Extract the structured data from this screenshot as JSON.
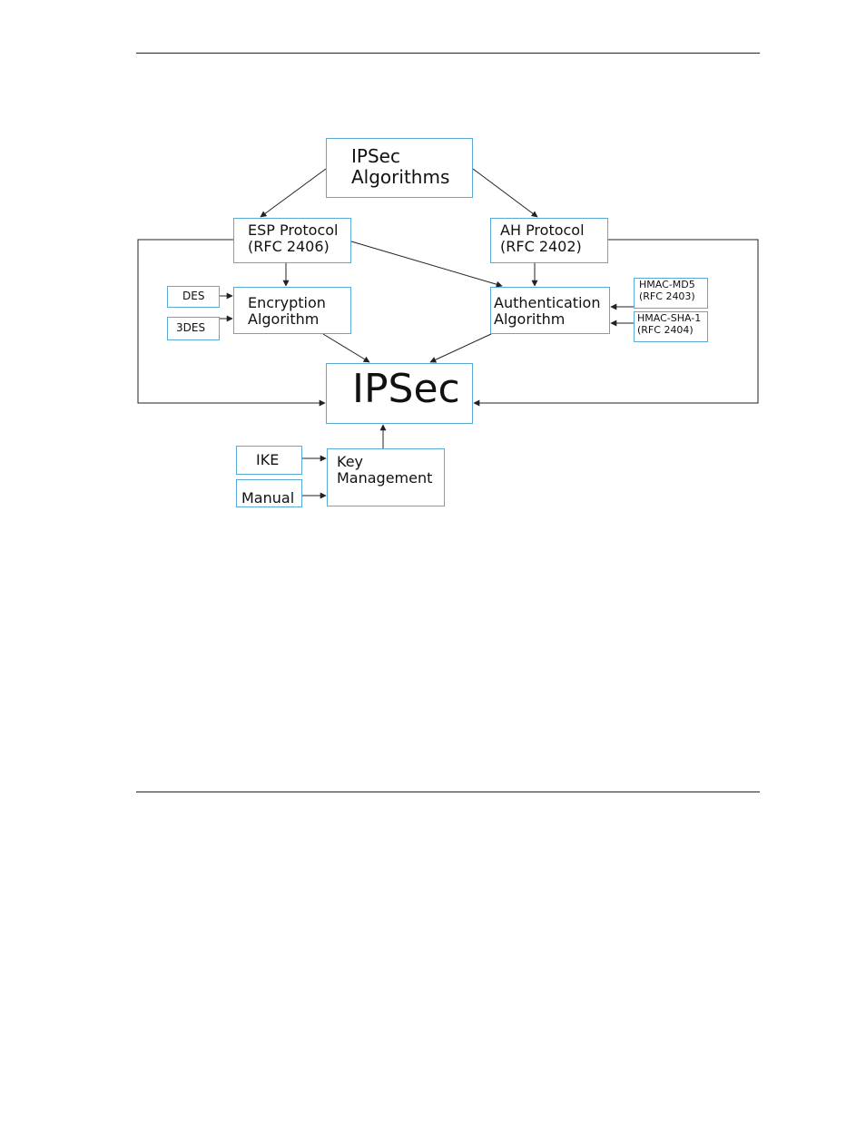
{
  "diagram": {
    "nodes": {
      "ipsec_algorithms": {
        "lines": [
          "IPSec",
          "Algorithms"
        ]
      },
      "esp_protocol": {
        "lines": [
          "ESP Protocol",
          "(RFC 2406)"
        ]
      },
      "ah_protocol": {
        "lines": [
          "AH Protocol",
          "(RFC 2402)"
        ]
      },
      "encryption_algorithm": {
        "lines": [
          "Encryption",
          "Algorithm"
        ]
      },
      "authentication_algorithm": {
        "lines": [
          "Authentication",
          "Algorithm"
        ]
      },
      "des": {
        "label": "DES"
      },
      "triple_des": {
        "label": "3DES"
      },
      "hmac_md5": {
        "lines": [
          "HMAC-MD5",
          "(RFC 2403)"
        ]
      },
      "hmac_sha1": {
        "lines": [
          "HMAC-SHA-1",
          "(RFC 2404)"
        ]
      },
      "ipsec": {
        "label": "IPSec"
      },
      "ike": {
        "label": "IKE"
      },
      "manual": {
        "label": "Manual"
      },
      "key_management": {
        "lines": [
          "Key",
          "Management"
        ]
      }
    },
    "edges": [
      {
        "from": "IPSec Algorithms",
        "to": "ESP Protocol"
      },
      {
        "from": "IPSec Algorithms",
        "to": "AH Protocol"
      },
      {
        "from": "ESP Protocol",
        "to": "Encryption Algorithm"
      },
      {
        "from": "ESP Protocol",
        "to": "Authentication Algorithm"
      },
      {
        "from": "ESP Protocol",
        "to": "IPSec"
      },
      {
        "from": "AH Protocol",
        "to": "Authentication Algorithm"
      },
      {
        "from": "AH Protocol",
        "to": "IPSec"
      },
      {
        "from": "DES",
        "to": "Encryption Algorithm"
      },
      {
        "from": "3DES",
        "to": "Encryption Algorithm"
      },
      {
        "from": "HMAC-MD5",
        "to": "Authentication Algorithm"
      },
      {
        "from": "HMAC-SHA-1",
        "to": "Authentication Algorithm"
      },
      {
        "from": "Encryption Algorithm",
        "to": "IPSec"
      },
      {
        "from": "Authentication Algorithm",
        "to": "IPSec"
      },
      {
        "from": "IKE",
        "to": "Key Management"
      },
      {
        "from": "Manual",
        "to": "Key Management"
      },
      {
        "from": "Key Management",
        "to": "IPSec"
      }
    ],
    "colors": {
      "box_border": "#5aa9d6",
      "arrow": "#222222",
      "text": "#111111",
      "rule": "#222222"
    }
  }
}
